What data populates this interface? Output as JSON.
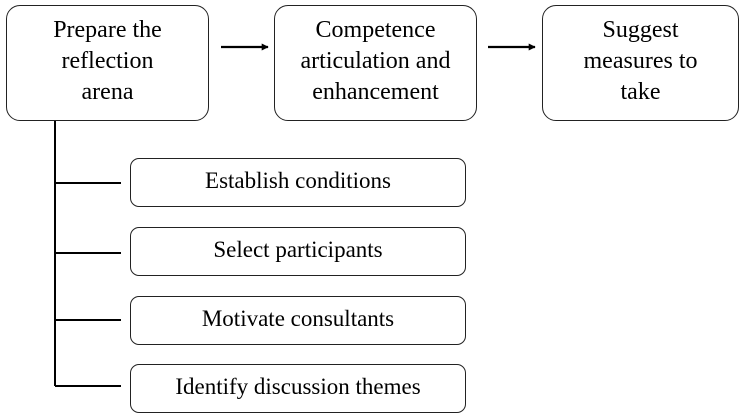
{
  "process_steps": [
    {
      "label": "Prepare the\nreflection\narena"
    },
    {
      "label": "Competence\narticulation and\nenhancement"
    },
    {
      "label": "Suggest\nmeasures to\ntake"
    }
  ],
  "sub_steps": [
    {
      "label": "Establish conditions"
    },
    {
      "label": "Select participants"
    },
    {
      "label": "Motivate consultants"
    },
    {
      "label": "Identify discussion themes"
    }
  ]
}
